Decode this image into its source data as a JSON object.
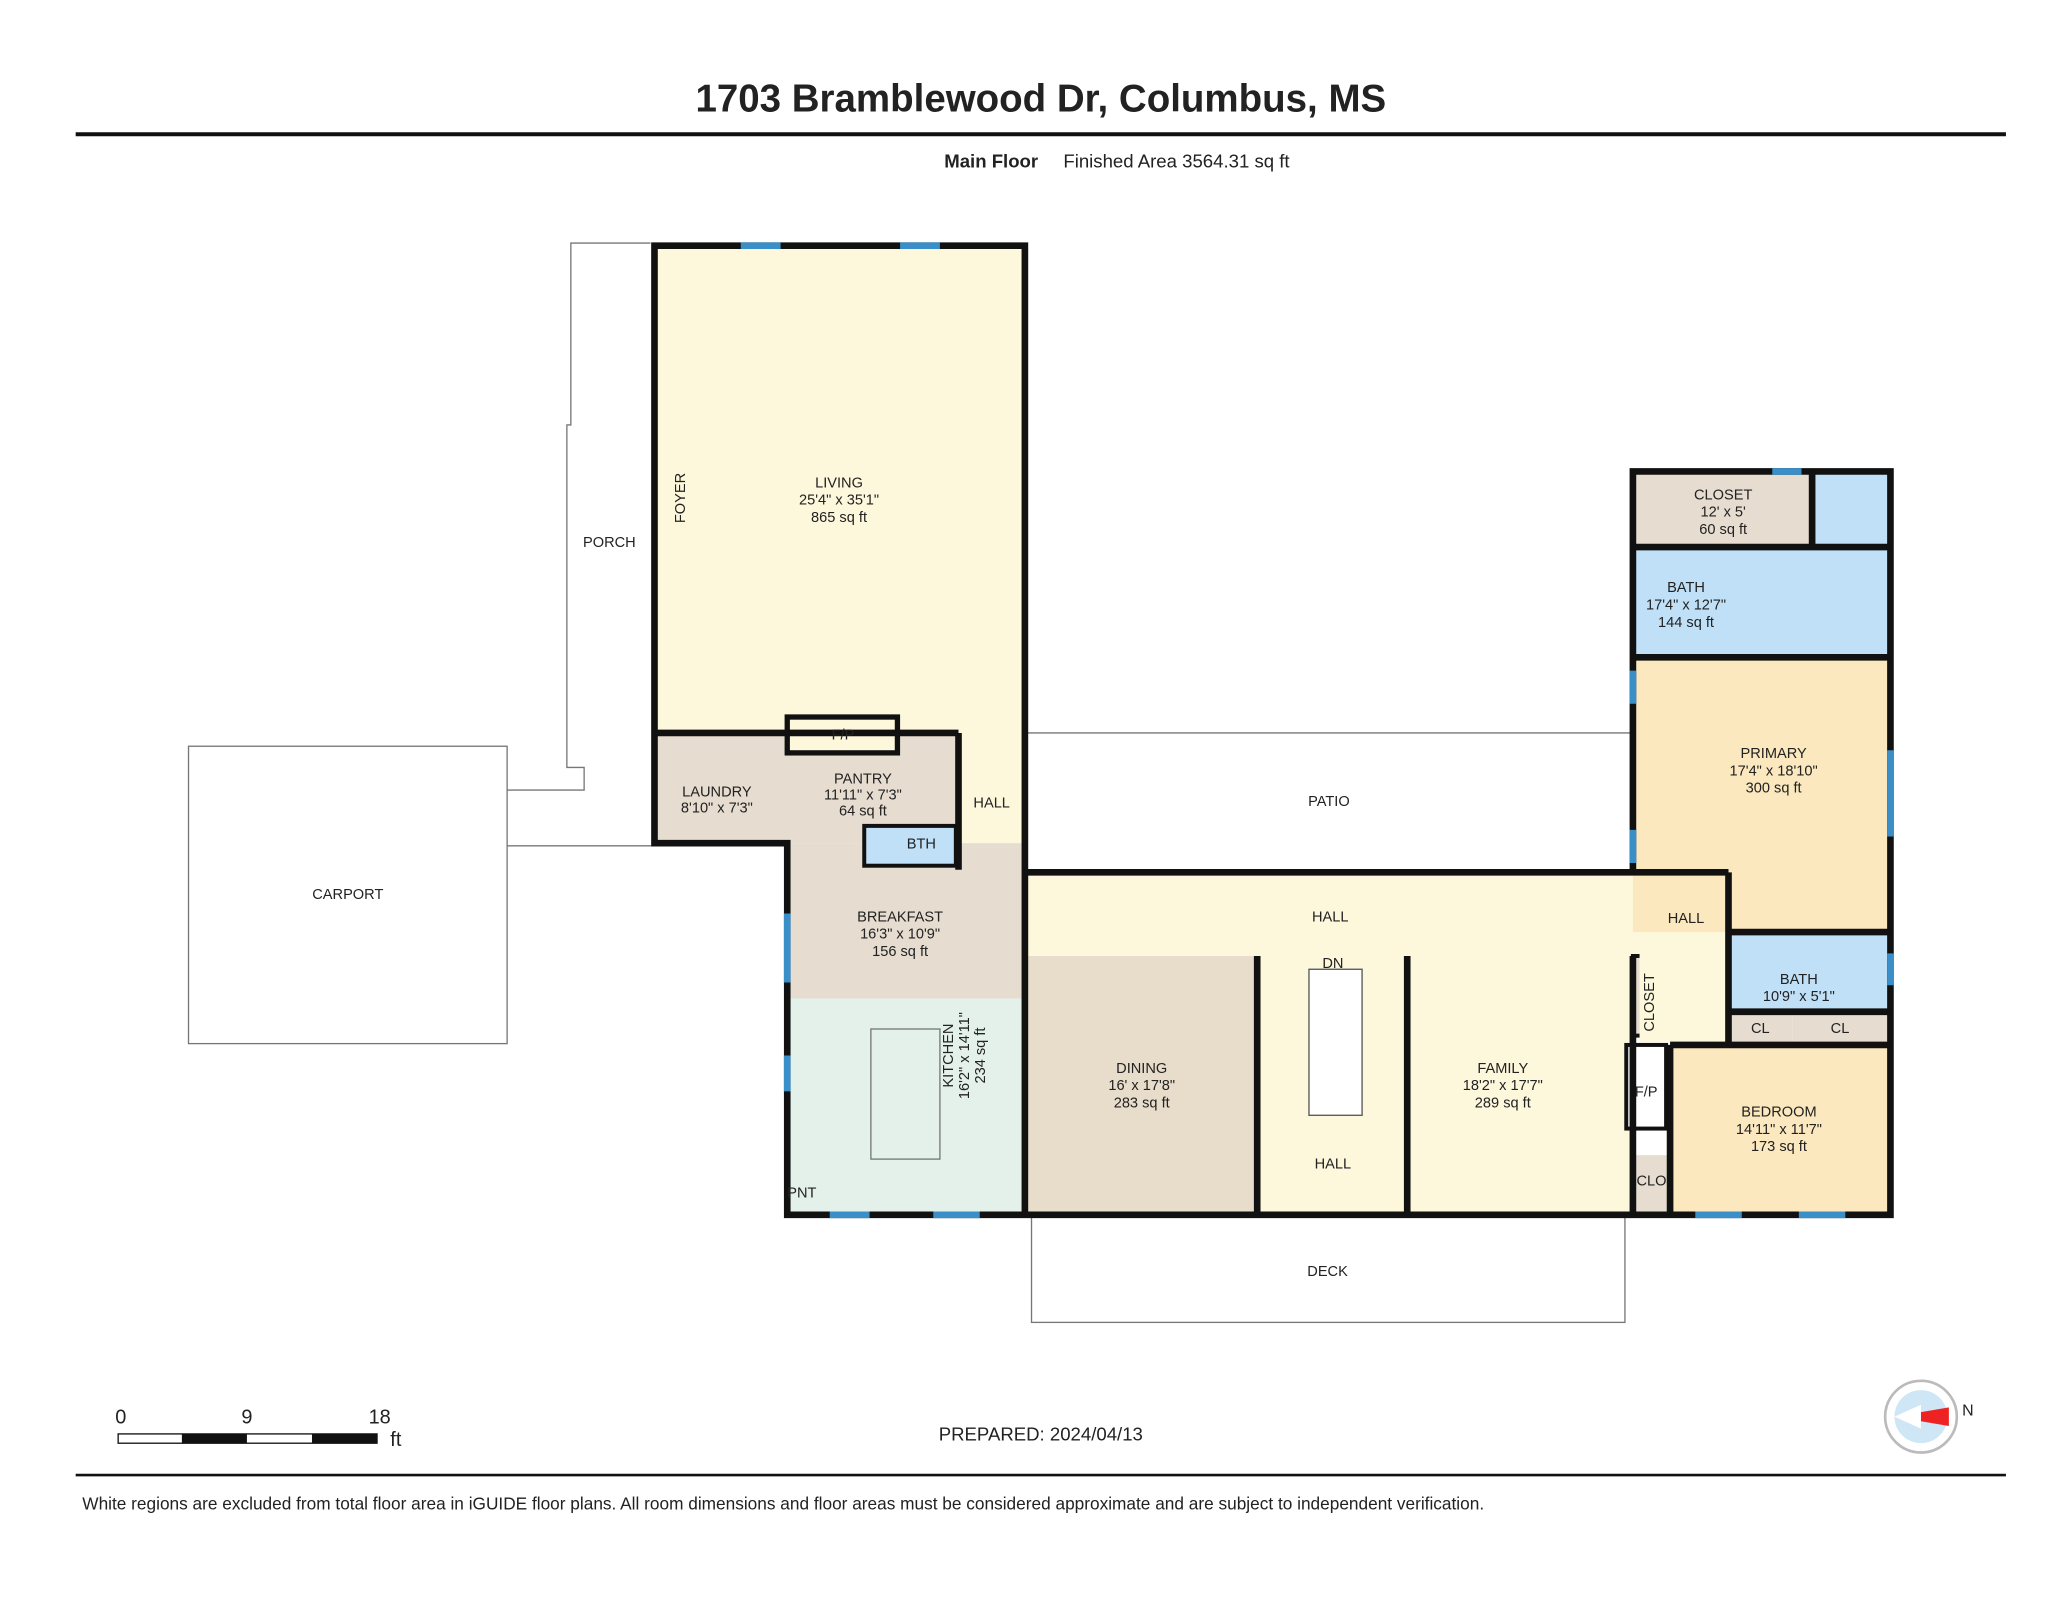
{
  "title": "1703 Bramblewood Dr, Columbus, MS",
  "floor": {
    "name": "Main Floor",
    "area": "Finished Area 3564.31 sq ft"
  },
  "rooms": {
    "living": {
      "name": "LIVING",
      "dims": "25'4\" x 35'1\"",
      "area": "865 sq ft"
    },
    "foyer": {
      "name": "FOYER"
    },
    "porch": {
      "name": "PORCH"
    },
    "carport": {
      "name": "CARPORT"
    },
    "fp_top": {
      "name": "F/P"
    },
    "laundry": {
      "name": "LAUNDRY",
      "dims": "8'10\" x 7'3\""
    },
    "pantry": {
      "name": "PANTRY",
      "dims": "11'11\" x 7'3\"",
      "area": "64 sq ft"
    },
    "hall_small": {
      "name": "HALL"
    },
    "bth": {
      "name": "BTH"
    },
    "breakfast": {
      "name": "BREAKFAST",
      "dims": "16'3\" x 10'9\"",
      "area": "156 sq ft"
    },
    "kitchen": {
      "name": "KITCHEN",
      "dims": "16'2\" x 14'11\"",
      "area": "234 sq ft"
    },
    "pnt": {
      "name": "PNT"
    },
    "patio": {
      "name": "PATIO"
    },
    "hall_main": {
      "name": "HALL"
    },
    "dining": {
      "name": "DINING",
      "dims": "16' x 17'8\"",
      "area": "283 sq ft"
    },
    "stairs_dn": {
      "name": "DN"
    },
    "hall_stairs": {
      "name": "HALL"
    },
    "family": {
      "name": "FAMILY",
      "dims": "18'2\" x 17'7\"",
      "area": "289 sq ft"
    },
    "closet_small": {
      "name": "CLOSET"
    },
    "fp_family": {
      "name": "F/P"
    },
    "clo": {
      "name": "CLO"
    },
    "hall_right": {
      "name": "HALL"
    },
    "deck": {
      "name": "DECK"
    },
    "closet": {
      "name": "CLOSET",
      "dims": "12' x 5'",
      "area": "60 sq ft"
    },
    "bath_primary": {
      "name": "BATH",
      "dims": "17'4\" x 12'7\"",
      "area": "144 sq ft"
    },
    "primary": {
      "name": "PRIMARY",
      "dims": "17'4\" x 18'10\"",
      "area": "300 sq ft"
    },
    "bath2": {
      "name": "BATH",
      "dims": "10'9\" x 5'1\""
    },
    "cl1": {
      "name": "CL"
    },
    "cl2": {
      "name": "CL"
    },
    "bedroom": {
      "name": "BEDROOM",
      "dims": "14'11\" x 11'7\"",
      "area": "173 sq ft"
    }
  },
  "scale": {
    "ticks": [
      "0",
      "9",
      "18"
    ],
    "unit": "ft"
  },
  "prepared": "PREPARED: 2024/04/13",
  "compass": {
    "label": "N",
    "icon": "compass-icon"
  },
  "footer": "White regions are excluded from total floor area in iGUIDE floor plans. All room dimensions and floor areas must be considered approximate and are subject to independent verification.",
  "colors": {
    "living": "#fdf7dc",
    "bedroom": "#fbe8bf",
    "utility": "#e6ddd0",
    "bath": "#bfe0f7",
    "kitchen": "#e3f1ea",
    "dining": "#e8dccb",
    "window": "#3b8fc9"
  }
}
